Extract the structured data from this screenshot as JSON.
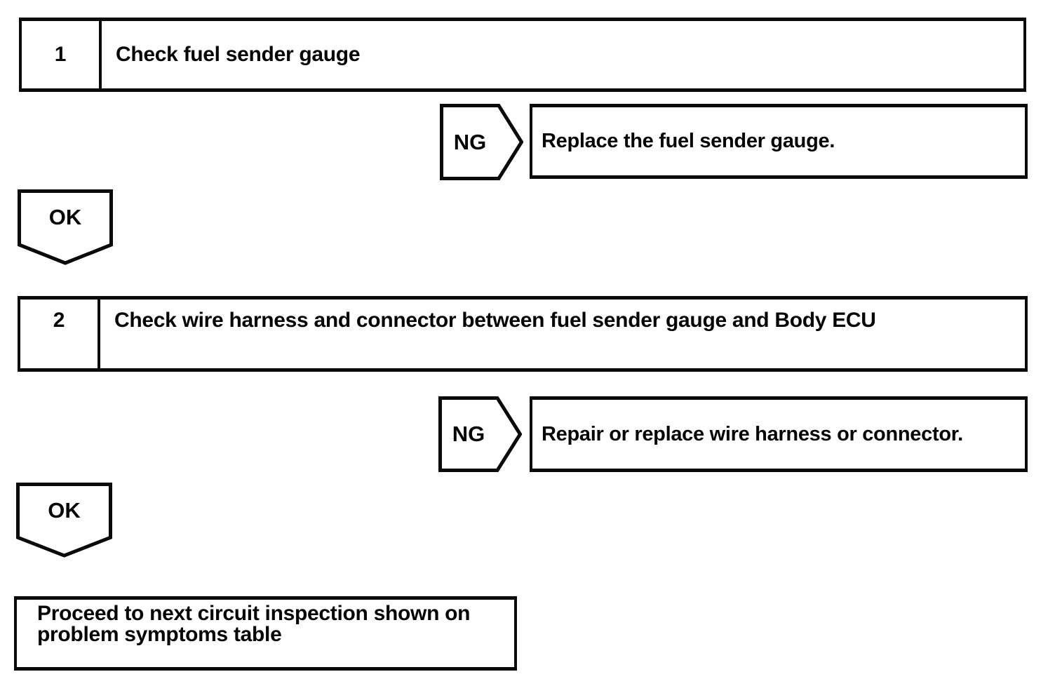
{
  "page": {
    "paper_color": "#ffffff",
    "ink_color": "#0a0a0a",
    "kind": "troubleshooting-flowchart"
  },
  "labels": {
    "ng": "NG",
    "ok": "OK"
  },
  "steps": [
    {
      "number": "1",
      "title": "Check fuel sender gauge",
      "ng_action": "Replace the fuel sender gauge."
    },
    {
      "number": "2",
      "title": "Check wire harness and connector between fuel sender gauge and Body ECU",
      "ng_action": "Repair or replace wire harness or connector."
    }
  ],
  "end_box": {
    "line1": "Proceed to next circuit inspection shown on",
    "line2": "problem symptoms table"
  }
}
